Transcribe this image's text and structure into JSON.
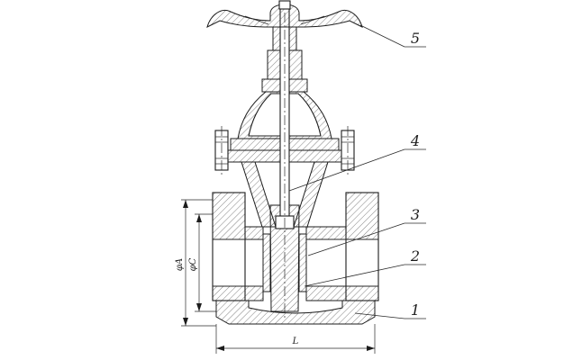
{
  "callouts": [
    {
      "id": "callout-5",
      "label": "5"
    },
    {
      "id": "callout-4",
      "label": "4"
    },
    {
      "id": "callout-3",
      "label": "3"
    },
    {
      "id": "callout-2",
      "label": "2"
    },
    {
      "id": "callout-1",
      "label": "1"
    }
  ],
  "dimensions": {
    "length_label": "L",
    "dia_outer_label": "φA",
    "dia_inner_label": "φC"
  },
  "colors": {
    "line": "#1c1c1c",
    "background": "#ffffff"
  }
}
